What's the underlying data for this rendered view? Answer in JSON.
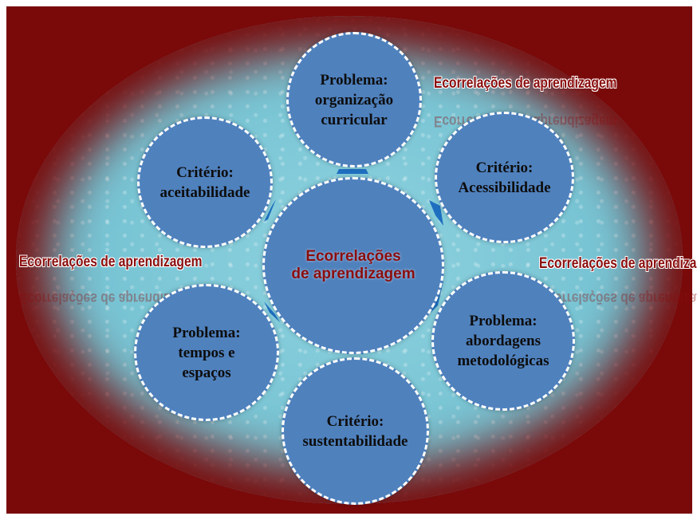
{
  "center": {
    "line1": "Ecorrelações",
    "line2": "de aprendizagem"
  },
  "nodes": {
    "top": {
      "line1": "Problema:",
      "line2": "organização",
      "line3": "curricular"
    },
    "top_right": {
      "line1": "Critério:",
      "line2": "Acessibilidade"
    },
    "bottom_right": {
      "line1": "Problema:",
      "line2": "abordagens",
      "line3": "metodológicas"
    },
    "bottom": {
      "line1": "Critério:",
      "line2": "sustentabilidade"
    },
    "bottom_left": {
      "line1": "Problema:",
      "line2": "tempos e",
      "line3": "espaços"
    },
    "top_left": {
      "line1": "Critério:",
      "line2": "aceitabilidade"
    }
  },
  "ribbons": {
    "upper_right": "Ecorrelações de aprendizagem",
    "mid_right": "Ecorrelações de aprendizagem",
    "mid_left": "Ecorrelações de aprendizagem"
  },
  "colors": {
    "background": "#7a0a0a",
    "water": "#77c3d3",
    "circle_fill": "#4f81bd",
    "accent_text": "#8b0d0d",
    "arrow": "#1f6fc0"
  }
}
